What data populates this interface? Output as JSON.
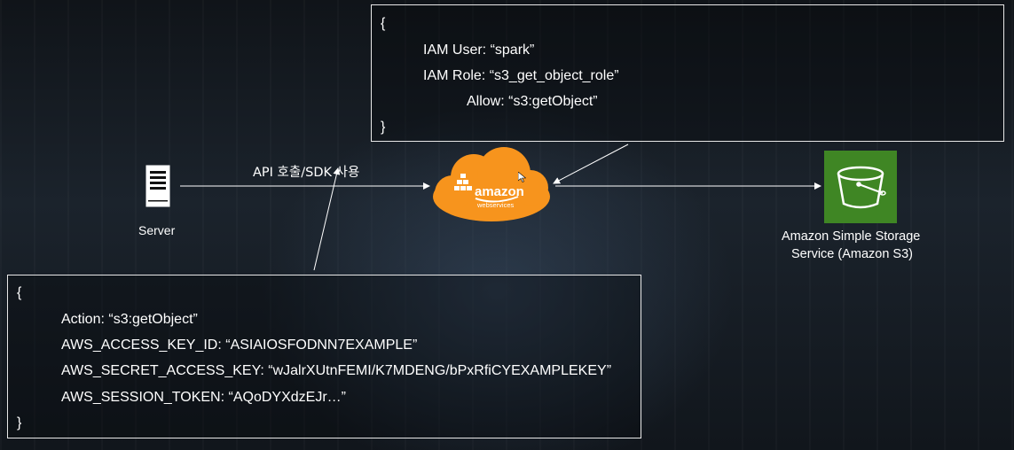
{
  "iam_policy": {
    "open": "{",
    "iam_user": "IAM User: “spark”",
    "iam_role": "IAM Role: “s3_get_object_role”",
    "allow": "Allow: “s3:getObject”",
    "close": "}"
  },
  "credentials": {
    "open": "{",
    "action": "Action: “s3:getObject”",
    "access_key_id": "AWS_ACCESS_KEY_ID: “ASIAIOSFODNN7EXAMPLE”",
    "secret_access_key": "AWS_SECRET_ACCESS_KEY: “wJalrXUtnFEMI/K7MDENG/bPxRfiCYEXAMPLEKEY”",
    "session_token": "AWS_SESSION_TOKEN: “AQoDYXdzEJr…”",
    "close": "}"
  },
  "server": {
    "label": "Server",
    "icon": "server-icon"
  },
  "api_call_label": "API 호출/SDK 사용",
  "aws": {
    "logo_text": "amazon",
    "sub_text": "webservices",
    "icon": "aws-cloud-icon",
    "color": "#f7941d"
  },
  "s3": {
    "label_line1": "Amazon Simple Storage",
    "label_line2": "Service (Amazon S3)",
    "icon": "s3-bucket-icon",
    "color": "#3f8624"
  }
}
